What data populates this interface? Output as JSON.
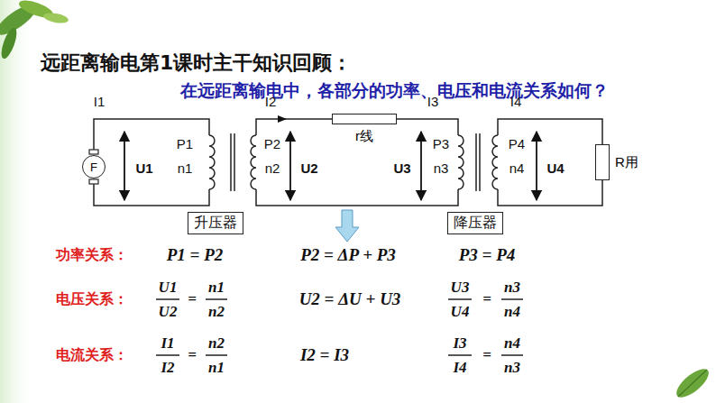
{
  "diagram": {
    "title": "远距离输电第1课时主干知识回顾：",
    "nodes": [
      {
        "text": [
          "F"
        ]
      },
      {
        "text": [
          "升压器"
        ]
      },
      {
        "text": [
          "r线"
        ]
      },
      {
        "text": [
          "降压器"
        ]
      },
      {
        "text": [
          "R用"
        ]
      }
    ],
    "labels": [
      "在远距离输电中，各部分的功率、电压和电流关系如何？",
      "I1",
      "I2",
      "I3",
      "I4",
      "P1",
      "n1",
      "U1",
      "P2",
      "n2",
      "U2",
      "U3",
      "P3",
      "n3",
      "P4",
      "n4",
      "U4",
      "功率关系：",
      "P1 = P2",
      "P2 = ΔP + P3",
      "P3 = P4",
      "电压关系：",
      "U1",
      "U2",
      "=",
      "n1",
      "n2",
      "U2 = ΔU + U3",
      "U3",
      "U4",
      "=",
      "n3",
      "n4",
      "电流关系：",
      "I1",
      "I2",
      "=",
      "n2",
      "n1",
      "I2 = I3",
      "I3",
      "I4",
      "=",
      "n4",
      "n3"
    ]
  }
}
